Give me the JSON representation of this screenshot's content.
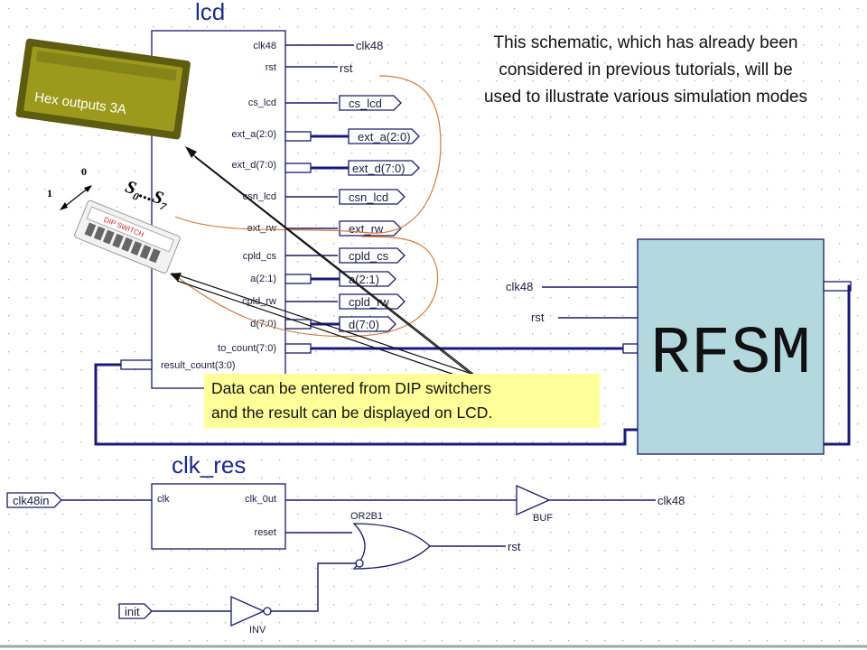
{
  "lcd_block": {
    "title": "lcd",
    "pins": [
      "clk48",
      "rst",
      "cs_lcd",
      "ext_a(2:0)",
      "ext_d(7:0)",
      "csn_lcd",
      "ext_rw",
      "cpld_cs",
      "a(2:1)",
      "cpld_rw",
      "d(7:0)",
      "to_count(7:0)",
      "result_count(3:0)"
    ],
    "nets": [
      "clk48",
      "rst"
    ],
    "ports": [
      "cs_lcd",
      "ext_a(2:0)",
      "ext_d(7:0)",
      "csn_lcd",
      "ext_rw",
      "cpld_cs",
      "a(2:1)",
      "cpld_rw",
      "d(7:0)"
    ]
  },
  "clk_res_block": {
    "title": "clk_res",
    "pins": [
      "clk",
      "clk_0ut",
      "reset"
    ],
    "input_port": "clk48in",
    "gate_or": "OR2B1",
    "gate_buf": "BUF",
    "gate_inv": "INV",
    "out_clk": "clk48",
    "out_rst": "rst",
    "init_port": "init"
  },
  "rfsm_block": {
    "title": "RFSM",
    "inputs": [
      "clk48",
      "rst"
    ],
    "fill": "#b3d9df"
  },
  "lcd_display": {
    "label": "Hex outputs 3A"
  },
  "dip_switch": {
    "label": "DIP SWITCH",
    "axis": {
      "one": "1",
      "zero": "0"
    },
    "range": {
      "s": "S",
      "sub_from": "0",
      "dots": "...",
      "sub_to": "7"
    }
  },
  "notes": {
    "top": [
      "This schematic, which has already been",
      "considered in previous tutorials, will be",
      "used to illustrate various simulation modes"
    ],
    "callout": [
      "Data can be entered from DIP switchers",
      "and the result can be displayed on LCD."
    ]
  },
  "colors": {
    "callout_bg": "#ffff99",
    "lcd_bg": "#9c9a1c",
    "loop_line": "#d27a3c"
  }
}
